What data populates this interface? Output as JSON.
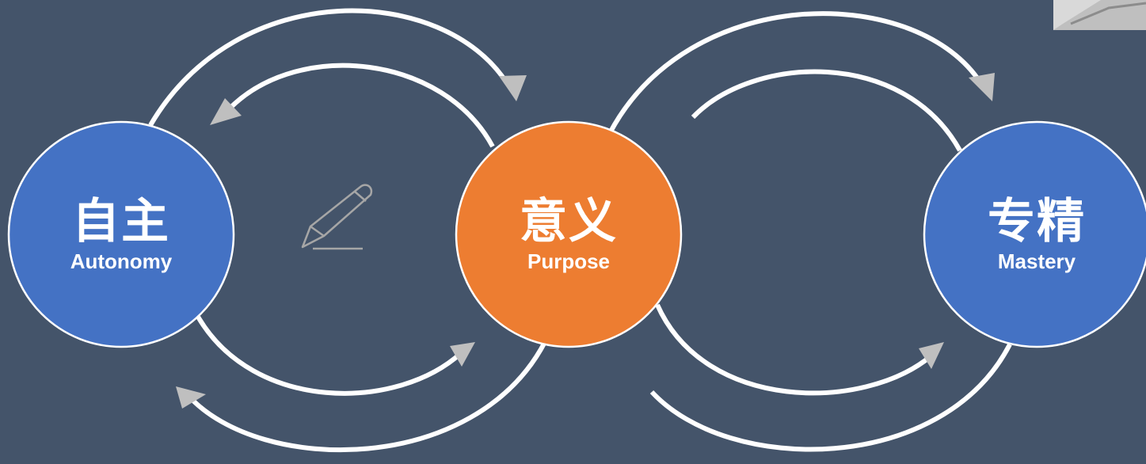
{
  "nodes": [
    {
      "id": "autonomy",
      "cn": "自主",
      "en": "Autonomy",
      "color": "#4472c4"
    },
    {
      "id": "purpose",
      "cn": "意义",
      "en": "Purpose",
      "color": "#ed7d31"
    },
    {
      "id": "mastery",
      "cn": "专精",
      "en": "Mastery",
      "color": "#4472c4"
    }
  ],
  "colors": {
    "background": "#44546a",
    "arrow_line": "#ffffff",
    "arrow_head": "#bfbfbf",
    "node_outline": "#ffffff"
  },
  "icons": {
    "decoration": "pen-icon"
  }
}
